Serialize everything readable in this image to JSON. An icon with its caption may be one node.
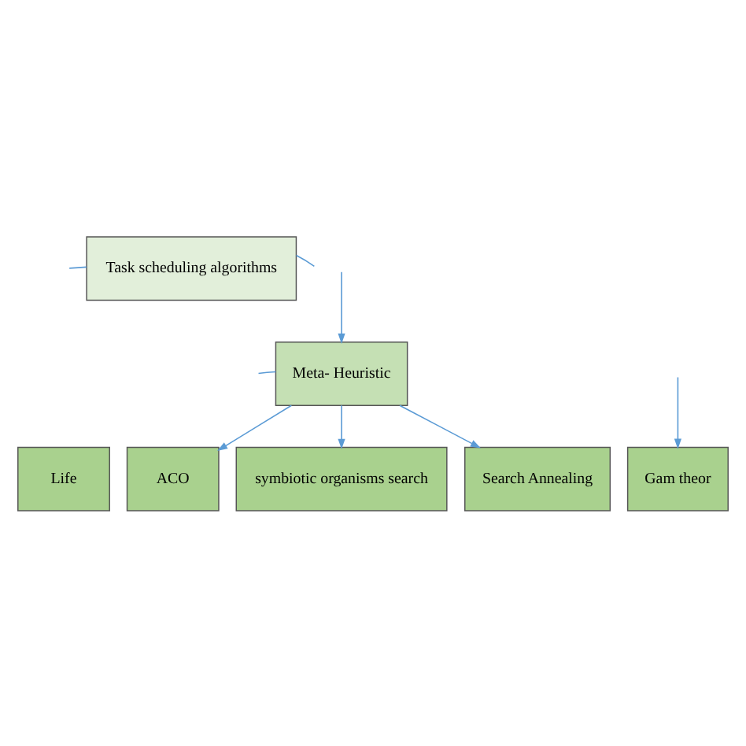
{
  "diagram": {
    "nodes": [
      {
        "text": [
          "Task scheduling algorithms"
        ]
      },
      {
        "text": [
          "Meta- Heuristic"
        ]
      },
      {
        "text": [
          "Life"
        ]
      },
      {
        "text": [
          "ACO"
        ]
      },
      {
        "text": [
          "symbiotic organisms search"
        ]
      },
      {
        "text": [
          "Search Annealing"
        ]
      },
      {
        "text": [
          "Gam theor"
        ]
      }
    ],
    "edges": [
      {
        "from": 0,
        "to": null,
        "arrow": "none"
      },
      {
        "from": 0,
        "to": null,
        "arrow": "none"
      },
      {
        "from": null,
        "to": 1,
        "arrow": "to"
      },
      {
        "from": 1,
        "to": null,
        "arrow": "none"
      },
      {
        "from": 1,
        "to": 3,
        "arrow": "to"
      },
      {
        "from": 1,
        "to": 4,
        "arrow": "to"
      },
      {
        "from": 1,
        "to": 5,
        "arrow": "to"
      },
      {
        "from": null,
        "to": 6,
        "arrow": "to"
      }
    ]
  }
}
